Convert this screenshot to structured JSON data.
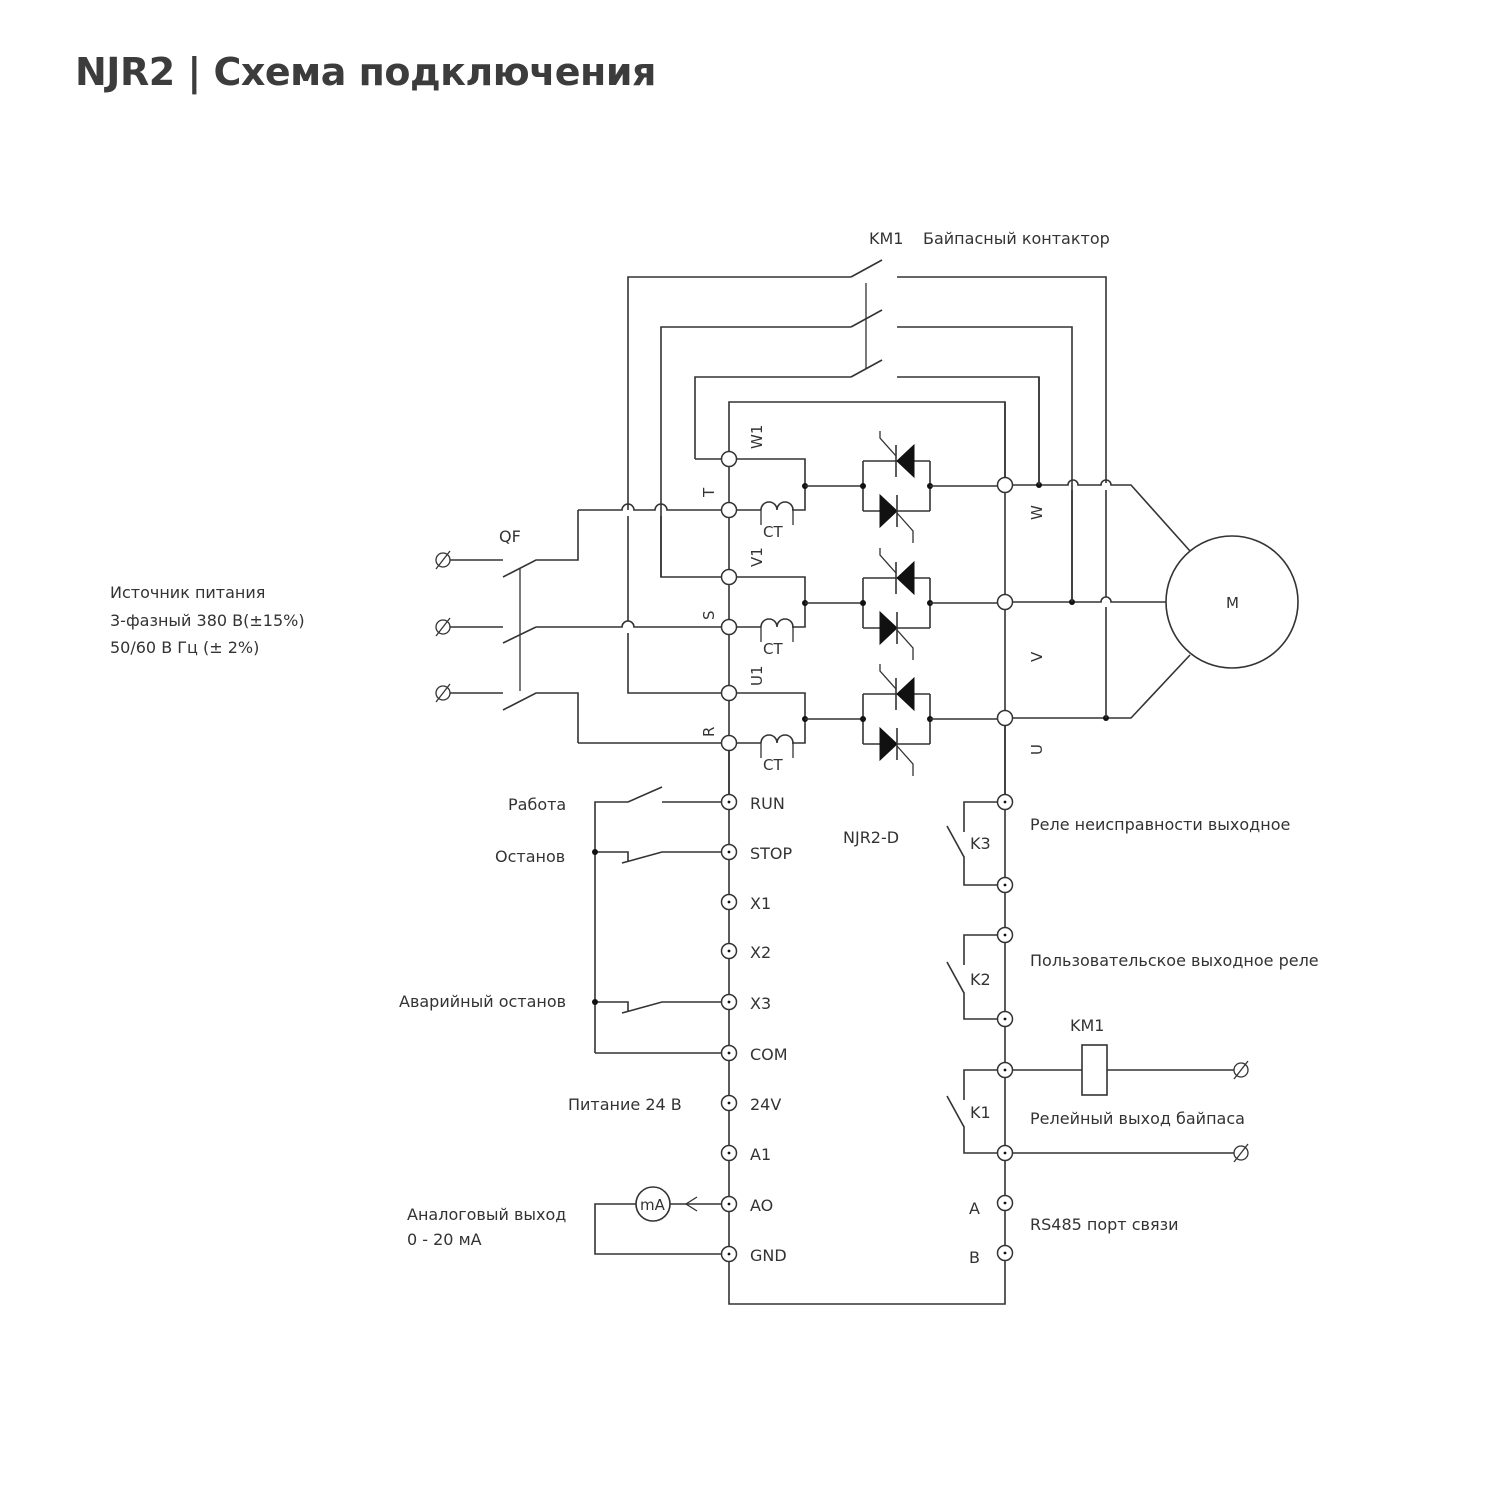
{
  "title": "NJR2 | Схема подключения",
  "power_source": {
    "line1": "Источник питания",
    "line2": "3-фазный 380 В(±15%)",
    "line3": "50/60 В Гц (± 2%)"
  },
  "breaker_label": "QF",
  "bypass": {
    "label": "KM1",
    "description": "Байпасный контактор"
  },
  "input_terminals": [
    "T",
    "S",
    "R"
  ],
  "bypass_terminals": [
    "W1",
    "V1",
    "U1"
  ],
  "output_terminals": [
    "W",
    "V",
    "U"
  ],
  "ct_label": "CT",
  "motor_label": "M",
  "device_label": "NJR2-D",
  "control_terminals": [
    "RUN",
    "STOP",
    "X1",
    "X2",
    "X3",
    "COM",
    "24V",
    "A1",
    "AO",
    "GND"
  ],
  "control_labels": {
    "run": "Работа",
    "stop": "Останов",
    "estop": "Аварийный останов",
    "supply24": "Питание 24 В",
    "analog_line1": "Аналоговый выход",
    "analog_line2": "0 - 20 мА",
    "meter": "mA"
  },
  "relays": {
    "k3": {
      "label": "K3",
      "description": "Реле неисправности выходное"
    },
    "k2": {
      "label": "K2",
      "description": "Пользовательское выходное реле"
    },
    "k1": {
      "label": "K1",
      "description": "Релейный выход байпаса"
    },
    "km1_coil": "KM1"
  },
  "rs485": {
    "a": "A",
    "b": "B",
    "description": "RS485 порт связи"
  }
}
